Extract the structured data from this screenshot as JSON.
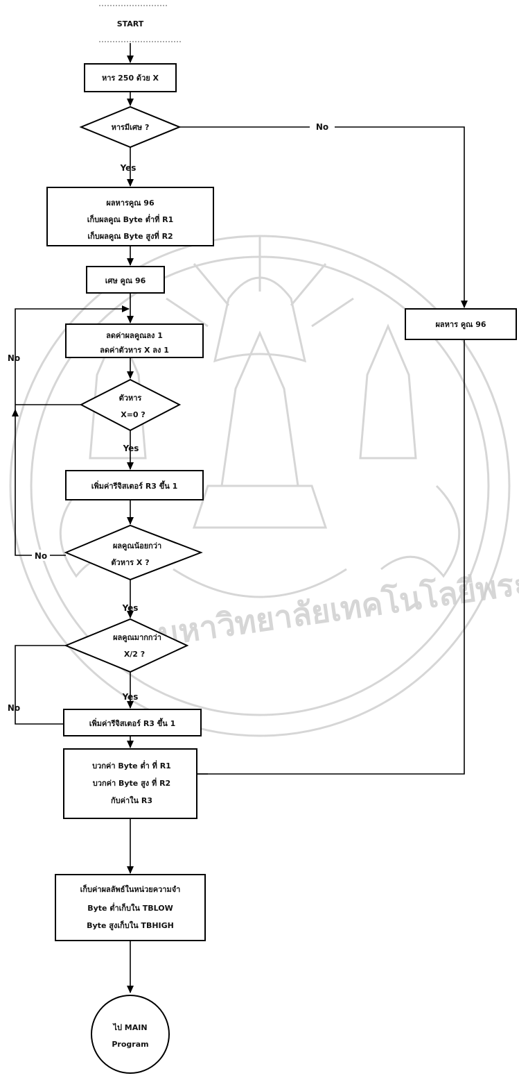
{
  "flowchart": {
    "start": "START",
    "divide": "หาร 250 ด้วย X",
    "has_remainder": "หารมีเศษ ?",
    "quotient_block": [
      "ผลหารคูณ 96",
      "เก็บผลคูณ Byte ต่ำที่ R1",
      "เก็บผลคูณ Byte สูงที่ R2"
    ],
    "remainder_mul": "เศษ คูณ 96",
    "no_remainder_mul": "ผลหาร คูณ 96",
    "decrement_block": [
      "ลดค่าผลคูณลง 1",
      "ลดค่าตัวหาร X ลง 1"
    ],
    "divisor_zero": [
      "ตัวหาร",
      "X=0 ?"
    ],
    "increment_r3_1": "เพิ่มค่ารีจิสเตอร์ R3 ขึ้น 1",
    "less_than_divisor": [
      "ผลคูณน้อยกว่า",
      "ตัวหาร X ?"
    ],
    "greater_than_half": [
      "ผลคูณมากกว่า",
      "X/2 ?"
    ],
    "increment_r3_2": "เพิ่มค่ารีจิสเตอร์ R3 ขึ้น 1",
    "add_block": [
      "บวกค่า Byte ต่ำ ที่ R1",
      "บวกค่า Byte สูง ที่ R2",
      "กับค่าใน R3"
    ],
    "store_block": [
      "เก็บค่าผลลัพธ์ในหน่วยความจำ",
      "Byte ต่ำเก็บใน TBLOW",
      "Byte สูงเก็บใน TBHIGH"
    ],
    "end": [
      "ไป MAIN",
      "Program"
    ]
  },
  "labels": {
    "yes_1": "Yes",
    "no_1": "No",
    "yes_2": "Yes",
    "no_2": "No",
    "yes_3": "Yes",
    "no_3": "No",
    "yes_4": "Yes",
    "no_4": "No"
  },
  "watermark": {
    "text": "มหาวิทยาลัยเทคโนโลยีพระจอมเกล้าเจ้าคุณทหารลาดกระบัง",
    "color": "#cfcfcf"
  }
}
